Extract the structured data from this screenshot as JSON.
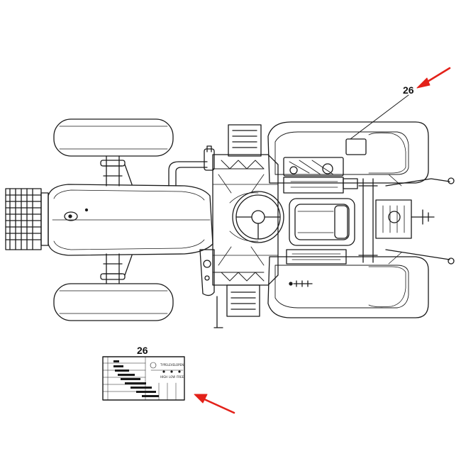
{
  "diagram": {
    "callout_top": "26",
    "callout_bottom": "26",
    "decal_labels": [
      "TYPE",
      "LEVEL",
      "OPEN",
      "HIGH",
      "LOW",
      "FREE"
    ],
    "arrow_color": "#e32119",
    "line_color": "#1a1a1a"
  }
}
